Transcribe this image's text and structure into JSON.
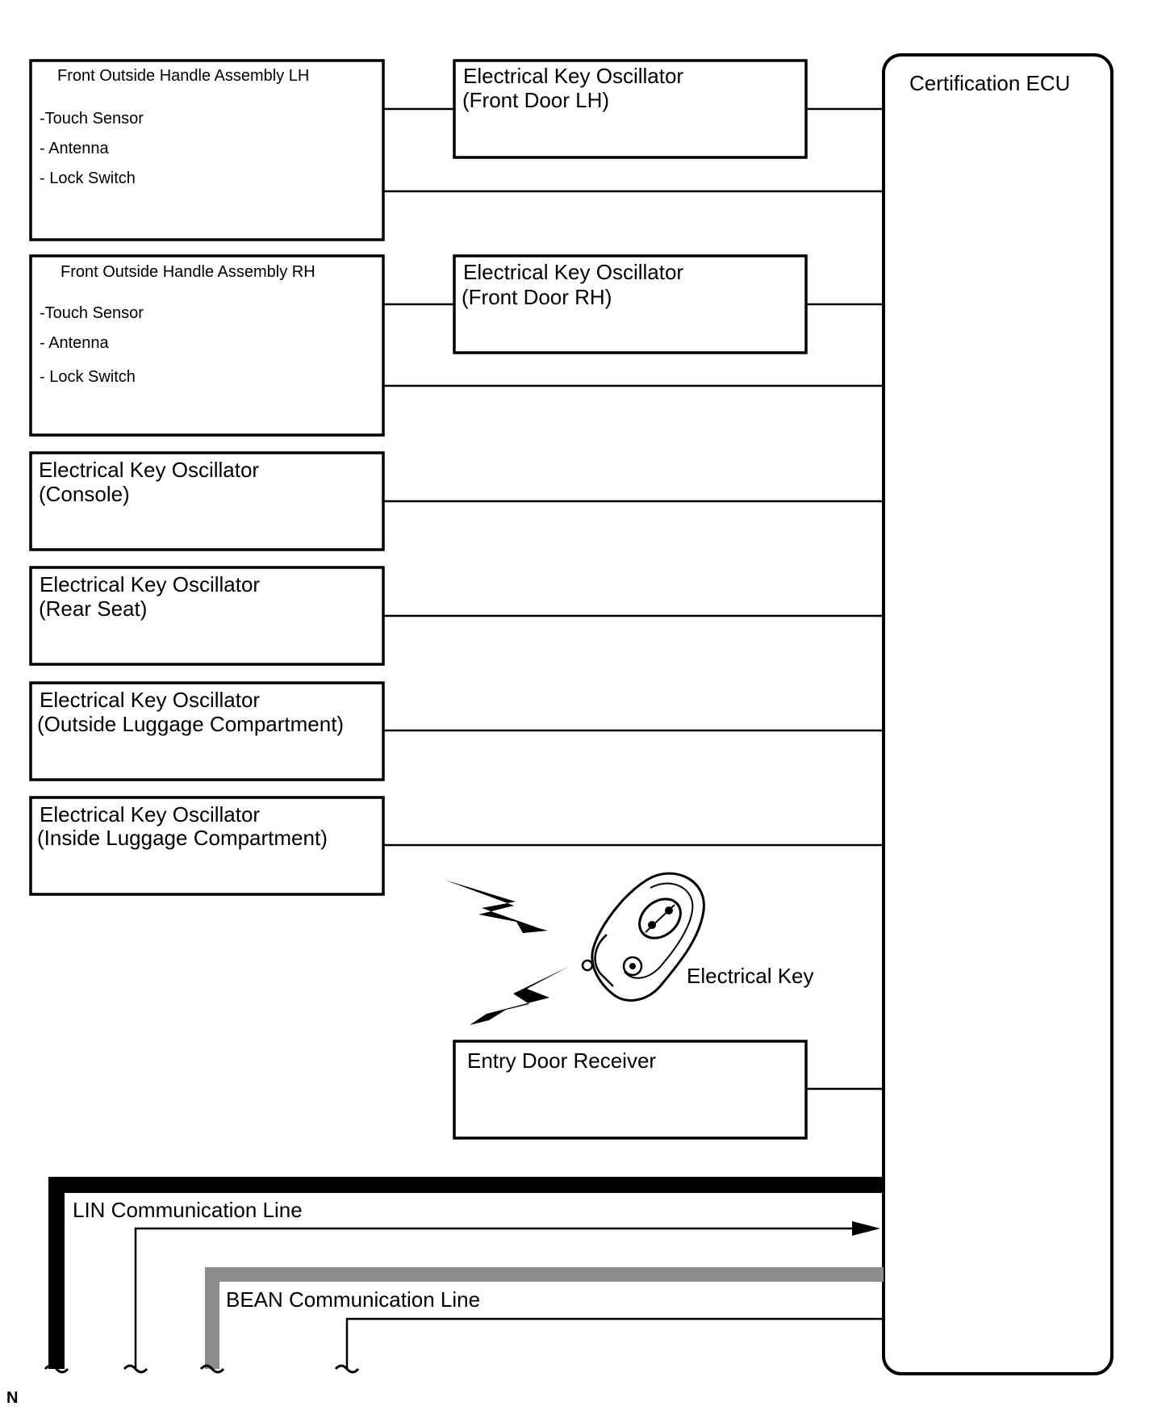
{
  "diagram": {
    "ecu_label": "Certification ECU",
    "handle_lh": {
      "title": "Front Outside Handle Assembly LH",
      "items": [
        "-Touch Sensor",
        "- Antenna",
        "- Lock Switch"
      ]
    },
    "handle_rh": {
      "title": "Front Outside Handle Assembly RH",
      "items": [
        "-Touch Sensor",
        "- Antenna",
        "- Lock Switch"
      ]
    },
    "osc_front_lh": {
      "line1": "Electrical Key Oscillator",
      "line2": "(Front Door LH)"
    },
    "osc_front_rh": {
      "line1": "Electrical Key Oscillator",
      "line2": "(Front Door RH)"
    },
    "osc_console": {
      "line1": "Electrical Key Oscillator",
      "line2": "(Console)"
    },
    "osc_rear_seat": {
      "line1": "Electrical Key Oscillator",
      "line2": "(Rear Seat)"
    },
    "osc_outside_luggage": {
      "line1": "Electrical Key Oscillator",
      "line2": "(Outside Luggage Compartment)"
    },
    "osc_inside_luggage": {
      "line1": "Electrical Key Oscillator",
      "line2": "(Inside Luggage Compartment)"
    },
    "electrical_key_label": "Electrical Key",
    "entry_door_receiver": "Entry Door Receiver",
    "lin_line_label": "LIN Communication Line",
    "bean_line_label": "BEAN Communication Line",
    "corner_mark": "N",
    "colors": {
      "line": "#000000",
      "bean_line": "#8c8c8c",
      "background": "#ffffff"
    }
  }
}
